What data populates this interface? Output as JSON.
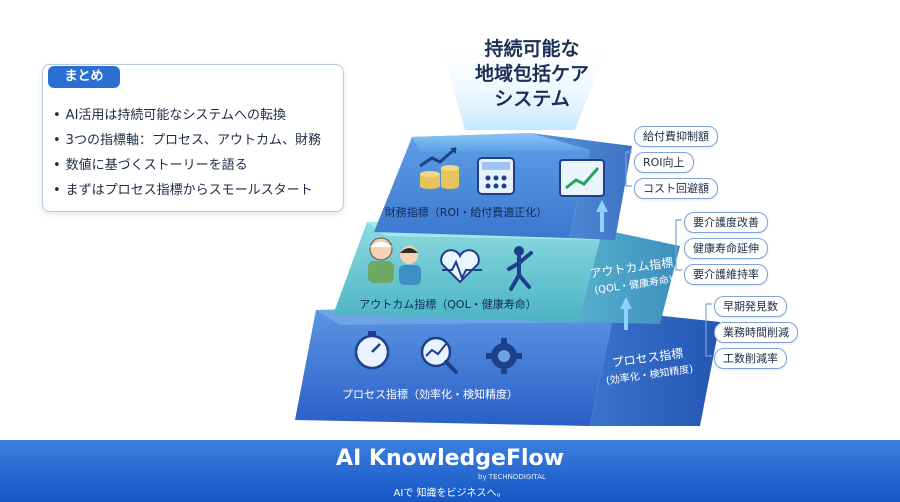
{
  "top_label": [
    "持続可能な",
    "地域包括ケア",
    "システム"
  ],
  "summary": {
    "title": "まとめ",
    "items": [
      "AI活用は持続可能なシステムへの転換",
      "3つの指標軸：プロセス、アウトカム、財務",
      "数値に基づくストーリーを語る",
      "まずはプロセス指標からスモールスタート"
    ]
  },
  "tiers": {
    "financial": {
      "label": "財務指標（ROI・給付費適正化）",
      "metrics": [
        "給付費抑制額",
        "ROI向上",
        "コスト回避額"
      ]
    },
    "outcome": {
      "label": "アウトカム指標（QOL・健康寿命）",
      "side_title": "アウトカム指標",
      "side_sub": "(QOL・健康寿命)",
      "metrics": [
        "要介護度改善",
        "健康寿命延伸",
        "要介護維持率"
      ]
    },
    "process": {
      "label": "プロセス指標（効率化・検知精度）",
      "side_title": "プロセス指標",
      "side_sub": "(効率化・検知精度)",
      "metrics": [
        "早期発見数",
        "業務時間削減",
        "工数削減率"
      ]
    }
  },
  "footer": {
    "brand": "AI KnowledgeFlow",
    "by": "by TECHNODIGITAL",
    "tagline": "AIで 知識をビジネスへ。"
  },
  "icons": [
    "growth-coins-icon",
    "calculator-icon",
    "trend-chart-icon",
    "elderly-care-icon",
    "heartbeat-icon",
    "exercise-icon",
    "stopwatch-icon",
    "magnifier-chart-icon",
    "gear-icon",
    "up-arrow-icon"
  ],
  "colors": {
    "accent": "#2a6fd1",
    "footer": "#1d5fcc",
    "tier_top": "#4f8fdc",
    "tier_mid": "#4cb7c9",
    "tier_bottom": "#2f6ed3"
  }
}
